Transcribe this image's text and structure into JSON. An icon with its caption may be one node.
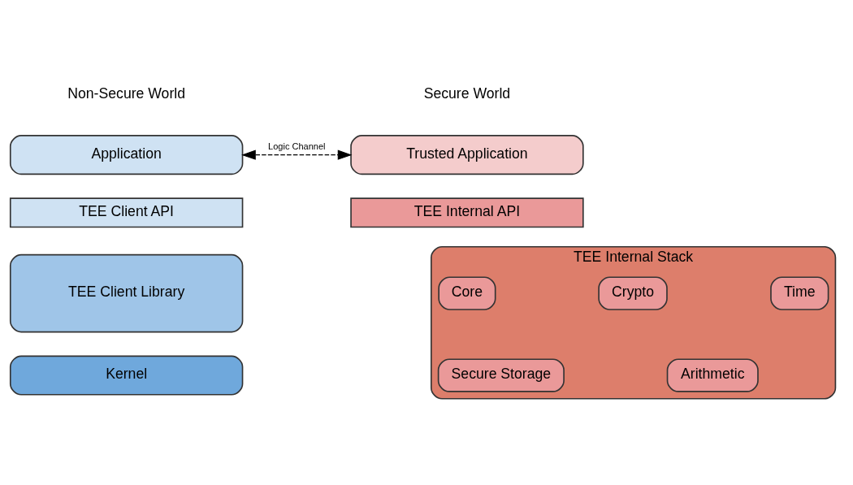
{
  "diagram": {
    "nodes": [
      {
        "text": [
          "Application"
        ]
      },
      {
        "text": [
          "Trusted Application"
        ]
      },
      {
        "text": [
          "TEE Client API"
        ]
      },
      {
        "text": [
          "TEE Internal API"
        ]
      },
      {
        "text": [
          "TEE Client Library"
        ]
      },
      {
        "text": [
          "TEE Internal Stack"
        ]
      },
      {
        "text": [
          "Core"
        ],
        "in": 5
      },
      {
        "text": [
          "Crypto"
        ],
        "in": 5
      },
      {
        "text": [
          "Time"
        ],
        "in": 5
      },
      {
        "text": [
          "Secure Storage"
        ],
        "in": 5
      },
      {
        "text": [
          "Arithmetic"
        ],
        "in": 5
      },
      {
        "text": [
          "Kernel"
        ]
      }
    ],
    "edges": [
      {
        "from": 0,
        "to": 1,
        "arrow": "both",
        "label": "Logic Channel",
        "style": "dashed"
      }
    ],
    "labels": [
      "Non-Secure World",
      "Secure World"
    ]
  }
}
